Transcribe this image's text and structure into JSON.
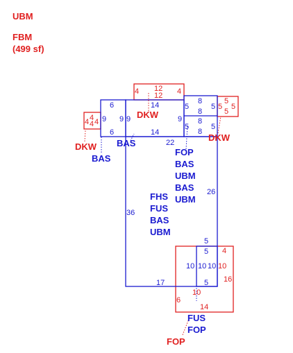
{
  "header": {
    "area_code_1": "UBM",
    "area_code_2": "FBM",
    "area_size": "(499 sf)"
  },
  "labels": {
    "dkw_top": "DKW",
    "dkw_left": "DKW",
    "dkw_right": "DKW",
    "bas_upper": "BAS",
    "bas_left": "BAS",
    "stack_right": [
      "FOP",
      "BAS",
      "UBM",
      "BAS",
      "UBM"
    ],
    "stack_center": [
      "FHS",
      "FUS",
      "BAS",
      "UBM"
    ],
    "stack_bottom": [
      "FUS",
      "FOP"
    ],
    "fop_bottom": "FOP"
  },
  "dimensions": {
    "top_deck_left": "4",
    "top_deck_12a": "12",
    "top_deck_12b": "12",
    "top_deck_right": "4",
    "left_box_top": "6",
    "left_box_left": "9",
    "left_box_right": "9",
    "left_box_bottom": "6",
    "left_deck_a": "4",
    "left_deck_b": "4",
    "left_deck_c": "4",
    "left_deck_d": "4",
    "mid_top": "14",
    "mid_left": "9",
    "mid_right": "9",
    "mid_bottom": "14",
    "rbox_top": "8",
    "rbox_mid_a": "8",
    "rbox_mid_b": "8",
    "rbox_left_a": "5",
    "rbox_left_b": "5",
    "rbox_right_a": "5",
    "rbox_right_b": "5",
    "rdeck_a": "5",
    "rdeck_b": "5",
    "rdeck_c": "5",
    "rdeck_d": "5",
    "main_top": "22",
    "main_left": "36",
    "main_right": "26",
    "main_bottom": "17",
    "sbox_top_a": "5",
    "sbox_top_b": "5",
    "sbox_left": "10",
    "sbox_mid": "10",
    "sbox_right": "10",
    "sbox_bottom": "5",
    "bdeck_top": "4",
    "bdeck_left_side": "10",
    "bdeck_right": "16",
    "bdeck_left": "6",
    "bdeck_mid": "10",
    "bdeck_bottom": "14"
  },
  "colors": {
    "red": "#e02020",
    "blue": "#1a1ad0"
  }
}
